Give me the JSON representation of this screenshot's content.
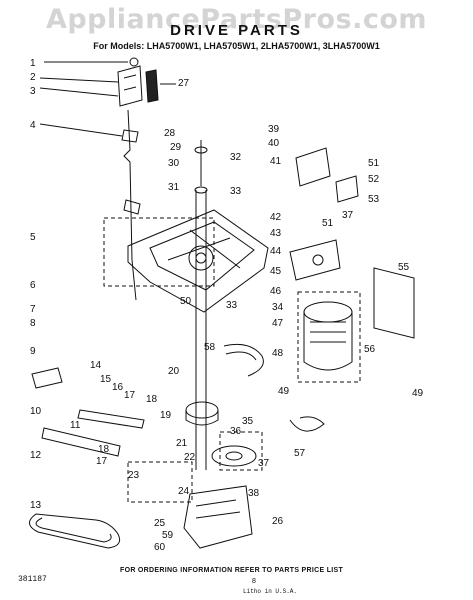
{
  "watermark": "AppliancePartsPros.com",
  "title": "DRIVE PARTS",
  "models": "For Models: LHA5700W1, LHA5705W1, 2LHA5700W1, 3LHA5700W1",
  "footer_note": "FOR ORDERING INFORMATION REFER TO PARTS PRICE LIST",
  "corner_code": "381187",
  "page_number": "8",
  "bottom_code": "Litho in U.S.A.",
  "part_labels": [
    "1",
    "2",
    "3",
    "4",
    "5",
    "6",
    "7",
    "8",
    "9",
    "10",
    "11",
    "12",
    "13",
    "14",
    "15",
    "16",
    "17",
    "17",
    "18",
    "18",
    "19",
    "20",
    "21",
    "22",
    "23",
    "24",
    "25",
    "26",
    "27",
    "28",
    "29",
    "30",
    "31",
    "32",
    "33",
    "33",
    "34",
    "35",
    "36",
    "37",
    "37",
    "38",
    "39",
    "40",
    "41",
    "42",
    "43",
    "44",
    "45",
    "46",
    "47",
    "48",
    "49",
    "49",
    "50",
    "51",
    "51",
    "52",
    "53",
    "55",
    "56",
    "57",
    "58",
    "59",
    "60"
  ]
}
